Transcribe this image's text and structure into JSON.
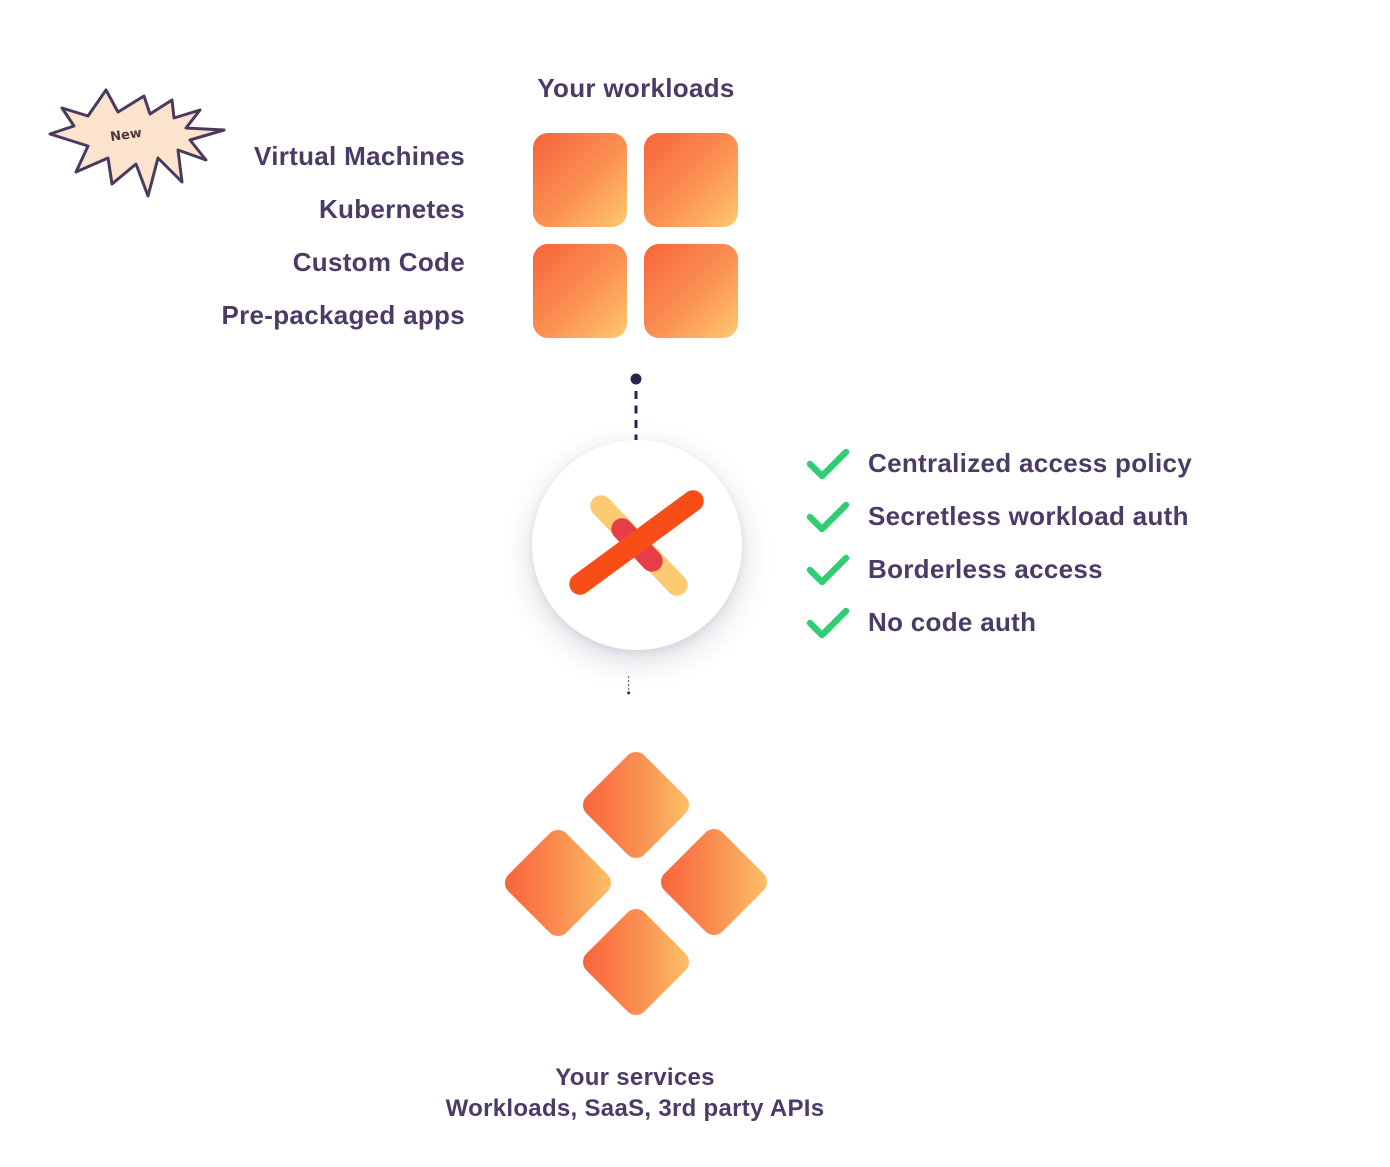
{
  "badge": {
    "label": "New"
  },
  "workloads": {
    "title": "Your workloads",
    "items": [
      "Virtual Machines",
      "Kubernetes",
      "Custom Code",
      "Pre-packaged apps"
    ]
  },
  "features": {
    "items": [
      "Centralized access policy",
      "Secretless workload auth",
      "Borderless access",
      "No code auth"
    ]
  },
  "services": {
    "title": "Your services",
    "subtitle": "Workloads, SaaS, 3rd party APIs"
  },
  "colors": {
    "text_purple": "#4C3B66",
    "check_green": "#2FCE73",
    "tile_gradient_start": "#F8633B",
    "tile_gradient_end": "#FDC96F",
    "logo_yellow": "#FCCA70",
    "logo_orange": "#F84D16",
    "logo_red": "#E63E46",
    "connector_navy": "#2E2253",
    "badge_fill": "#FBE3CD",
    "badge_stroke": "#4A3A5E"
  }
}
